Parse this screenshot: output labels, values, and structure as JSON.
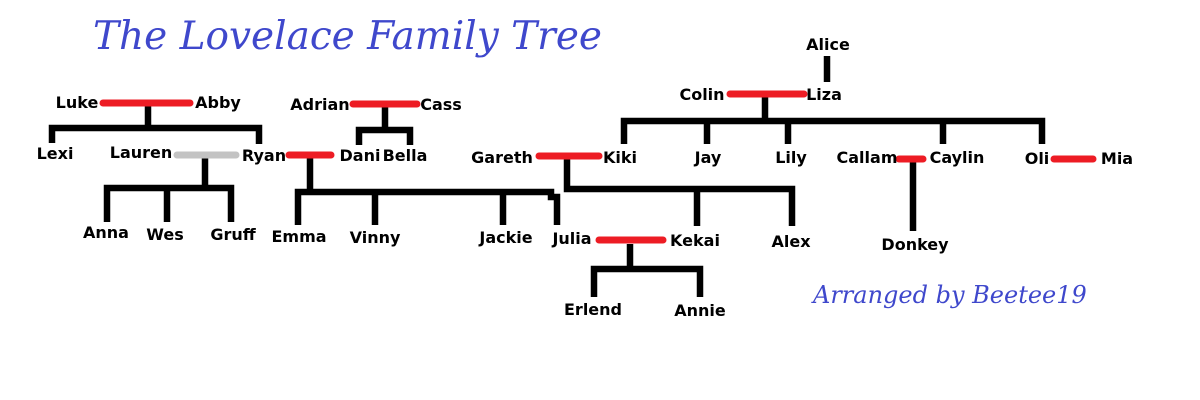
{
  "title": "The Lovelace Family Tree",
  "credit": "Arranged by Beetee19",
  "colors": {
    "title_text": "#3F48CC",
    "credit_text": "#3F48CC",
    "marriage_line": "#ED1C24",
    "separated_line": "#C3C3C3",
    "tree_line": "#000000",
    "name_text": "#000000",
    "background": "#FFFFFF"
  },
  "people": {
    "alice": "Alice",
    "luke": "Luke",
    "abby": "Abby",
    "adrian": "Adrian",
    "cass": "Cass",
    "colin": "Colin",
    "liza": "Liza",
    "lexi": "Lexi",
    "lauren": "Lauren",
    "ryan": "Ryan",
    "dani": "Dani",
    "bella": "Bella",
    "gareth": "Gareth",
    "kiki": "Kiki",
    "jay": "Jay",
    "lily": "Lily",
    "callam": "Callam",
    "caylin": "Caylin",
    "oli": "Oli",
    "mia": "Mia",
    "anna": "Anna",
    "wes": "Wes",
    "gruff": "Gruff",
    "emma": "Emma",
    "vinny": "Vinny",
    "jackie": "Jackie",
    "julia": "Julia",
    "kekai": "Kekai",
    "alex": "Alex",
    "donkey": "Donkey",
    "erlend": "Erlend",
    "annie": "Annie"
  },
  "families": [
    {
      "parents": [
        "Luke",
        "Abby"
      ],
      "bond": "red",
      "children": [
        "Lexi",
        "Ryan"
      ]
    },
    {
      "parents": [
        "Lauren",
        "Ryan"
      ],
      "bond": "gray",
      "children": [
        "Anna",
        "Wes",
        "Gruff"
      ]
    },
    {
      "parents": [
        "Adrian",
        "Cass"
      ],
      "bond": "red",
      "children": [
        "Dani",
        "Bella"
      ]
    },
    {
      "parents": [
        "Ryan",
        "Dani"
      ],
      "bond": "red",
      "children": [
        "Emma",
        "Vinny",
        "Jackie",
        "Julia"
      ]
    },
    {
      "parents": [
        "Alice"
      ],
      "bond": "single-parent",
      "children": [
        "Liza"
      ]
    },
    {
      "parents": [
        "Colin",
        "Liza"
      ],
      "bond": "red",
      "children": [
        "Kiki",
        "Jay",
        "Lily",
        "Caylin",
        "Oli"
      ]
    },
    {
      "parents": [
        "Gareth",
        "Kiki"
      ],
      "bond": "red",
      "children": [
        "Kekai",
        "Alex"
      ]
    },
    {
      "parents": [
        "Callam",
        "Caylin"
      ],
      "bond": "red",
      "children": [
        "Donkey"
      ]
    },
    {
      "parents": [
        "Oli",
        "Mia"
      ],
      "bond": "red",
      "children": []
    },
    {
      "parents": [
        "Julia",
        "Kekai"
      ],
      "bond": "red",
      "children": [
        "Erlend",
        "Annie"
      ]
    }
  ]
}
